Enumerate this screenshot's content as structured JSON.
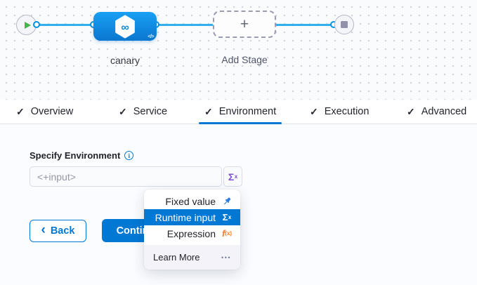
{
  "icons": {
    "check": "✓",
    "plus": "+",
    "ellipsis": "•••",
    "back_chevron": "‹",
    "code": "</>",
    "infinity": "∞",
    "sigma": "Σ",
    "sigma_sup": "x",
    "fx_base": "f",
    "fx_sub": "(x)",
    "info": "i"
  },
  "canvas": {
    "stage_name": "canary",
    "add_stage_label": "Add Stage"
  },
  "tabs": [
    {
      "label": "Overview"
    },
    {
      "label": "Service"
    },
    {
      "label": "Environment"
    },
    {
      "label": "Execution"
    },
    {
      "label": "Advanced"
    }
  ],
  "form": {
    "label": "Specify Environment",
    "input_placeholder": "<+input>"
  },
  "dropdown": {
    "items": [
      {
        "label": "Fixed value"
      },
      {
        "label": "Runtime input"
      },
      {
        "label": "Expression"
      }
    ],
    "footer_label": "Learn More"
  },
  "buttons": {
    "back": "Back",
    "continue": "Continue"
  },
  "colors": {
    "accent_blue": "#0278d5",
    "node_blue_top": "#18a0f4",
    "node_blue_bottom": "#0b77d0",
    "connector_blue": "#32b0ee",
    "sigma_purple": "#7d4dd3",
    "expression_orange": "#ff7b26",
    "play_green": "#42b450",
    "pin_blue": "#2e7de0"
  }
}
